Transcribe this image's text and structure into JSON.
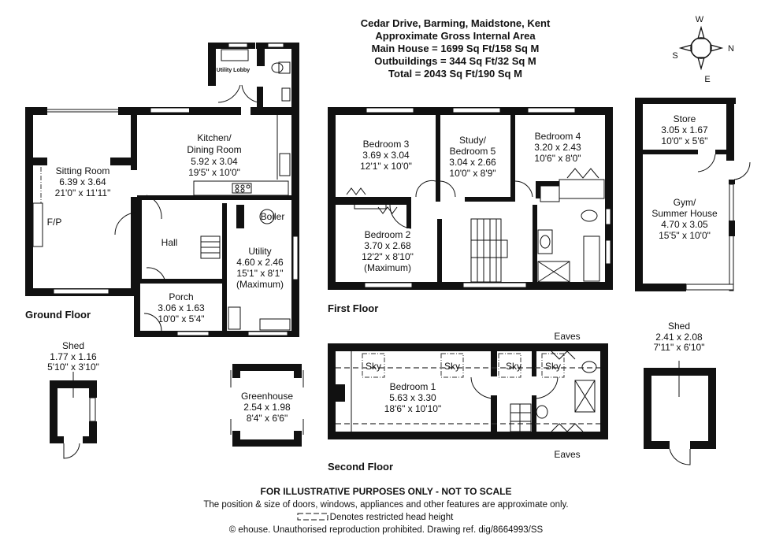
{
  "header": {
    "address": "Cedar Drive, Barming, Maidstone, Kent",
    "subtitle": "Approximate Gross Internal Area",
    "main_house": "Main House = 1699 Sq Ft/158 Sq M",
    "outbuildings": "Outbuildings = 344 Sq Ft/32 Sq M",
    "total": "Total = 2043 Sq Ft/190 Sq M"
  },
  "compass": {
    "icon": "compass-icon",
    "top": "W",
    "right": "N",
    "bottom": "E",
    "left": "S"
  },
  "floors": {
    "ground": {
      "label": "Ground Floor",
      "rooms": {
        "sitting": {
          "name": "Sitting Room",
          "metric": "6.39 x 3.64",
          "imperial": "21'0\" x 11'11\""
        },
        "fireplace": "F/P",
        "kitchen": {
          "name1": "Kitchen/",
          "name2": "Dining Room",
          "metric": "5.92 x 3.04",
          "imperial": "19'5\" x 10'0\""
        },
        "utility_lobby": "Utility Lobby",
        "hall": "Hall",
        "boiler": "Boiler",
        "utility": {
          "name": "Utility",
          "metric": "4.60 x 2.46",
          "imperial": "15'1\" x 8'1\"",
          "note": "(Maximum)"
        },
        "porch": {
          "name": "Porch",
          "metric": "3.06 x 1.63",
          "imperial": "10'0\" x 5'4\""
        }
      }
    },
    "first": {
      "label": "First Floor",
      "rooms": {
        "bedroom3": {
          "name": "Bedroom 3",
          "metric": "3.69 x 3.04",
          "imperial": "12'1\" x 10'0\""
        },
        "study": {
          "name1": "Study/",
          "name2": "Bedroom 5",
          "metric": "3.04 x 2.66",
          "imperial": "10'0\" x 8'9\""
        },
        "bedroom4": {
          "name": "Bedroom 4",
          "metric": "3.20 x 2.43",
          "imperial": "10'6\" x 8'0\""
        },
        "bedroom2": {
          "name": "Bedroom 2",
          "metric": "3.70 x 2.68",
          "imperial": "12'2\" x 8'10\"",
          "note": "(Maximum)"
        }
      }
    },
    "second": {
      "label": "Second Floor",
      "eaves_top": "Eaves",
      "eaves_bottom": "Eaves",
      "skylight": "Sky",
      "rooms": {
        "bedroom1": {
          "name": "Bedroom 1",
          "metric": "5.63 x 3.30",
          "imperial": "18'6\" x 10'10\""
        }
      }
    }
  },
  "outbuildings": {
    "store": {
      "name": "Store",
      "metric": "3.05 x 1.67",
      "imperial": "10'0\" x 5'6\""
    },
    "gym": {
      "name1": "Gym/",
      "name2": "Summer House",
      "metric": "4.70 x 3.05",
      "imperial": "15'5\" x 10'0\""
    },
    "shed_small": {
      "name": "Shed",
      "metric": "1.77 x 1.16",
      "imperial": "5'10\" x 3'10\""
    },
    "greenhouse": {
      "name": "Greenhouse",
      "metric": "2.54 x 1.98",
      "imperial": "8'4\" x 6'6\""
    },
    "shed_large": {
      "name": "Shed",
      "metric": "2.41 x 2.08",
      "imperial": "7'11\" x 6'10\""
    }
  },
  "footer": {
    "disclaimer": "FOR ILLUSTRATIVE PURPOSES ONLY - NOT TO SCALE",
    "note": "The position & size of doors, windows, appliances and other features are approximate only.",
    "legend": "Denotes restricted head height",
    "copyright": "© ehouse. Unauthorised reproduction prohibited. Drawing ref. dig/8664993/SS"
  }
}
